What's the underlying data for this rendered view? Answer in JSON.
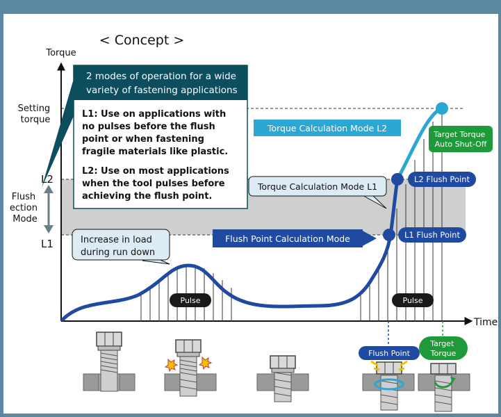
{
  "title": "< Concept >",
  "axes": {
    "y_label": "Torque",
    "x_label": "Time"
  },
  "levels": {
    "setting_torque": [
      "Setting",
      "torque"
    ],
    "l2": "L2",
    "l1": "L1",
    "flush_detection_mode": [
      "Flush",
      "ection",
      "Mode"
    ]
  },
  "info_box": {
    "header": [
      "2 modes of operation for a wide",
      "variety of fastening applications"
    ],
    "l1_text": [
      "L1: Use on applications with",
      "no pulses before the flush",
      "point or when fastening",
      "fragile materials like plastic."
    ],
    "l2_text": [
      "L2: Use on most applications",
      "when the tool pulses before",
      "achieving the flush point."
    ]
  },
  "callouts": {
    "increase_load": [
      "Increase in load",
      "during run down"
    ],
    "torque_calc_l1": "Torque Calculation Mode L1",
    "torque_calc_l2": "Torque Calculation Mode L2",
    "flush_point_calc": "Flush Point Calculation Mode",
    "target_shutoff": [
      "Target Torque",
      "Auto Shut-Off"
    ]
  },
  "point_labels": {
    "l2_flush": "L2 Flush Point",
    "l1_flush": "L1 Flush Point"
  },
  "pulse_labels": [
    "Pulse",
    "Pulse"
  ],
  "bottom_labels": {
    "flush_point": "Flush Point",
    "target_torque": [
      "Target",
      "Torque"
    ]
  },
  "colors": {
    "dark_blue": "#1f4aa0",
    "light_blue": "#2aa7d3",
    "teal_header": "#0c4d5e",
    "green": "#1f9a3a",
    "band": "#cfcfcf",
    "frame": "#5b87a3",
    "callout_fill": "#dcebf4"
  }
}
